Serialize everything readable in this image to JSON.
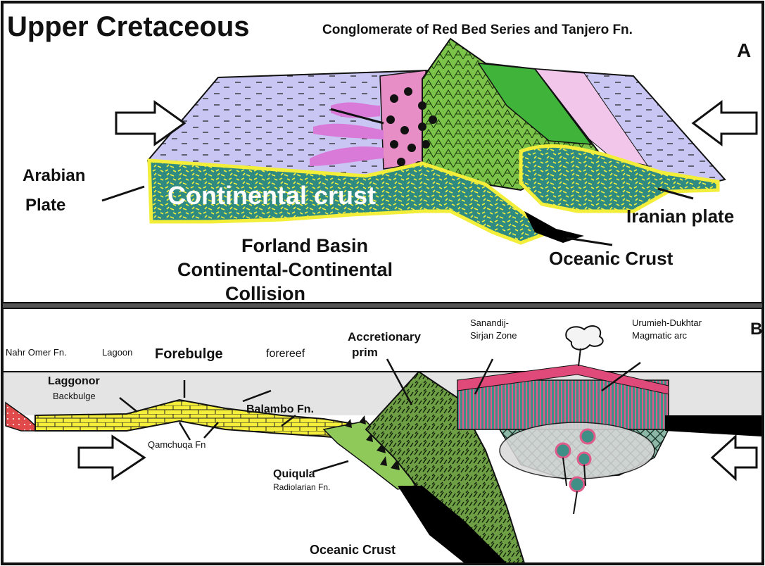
{
  "panel_a": {
    "title": "Upper Cretaceous",
    "top_label": "Conglomerate of  Red Bed Series and Tanjero Fn.",
    "letter": "A",
    "arabian_plate_line1": "Arabian",
    "arabian_plate_line2": "Plate",
    "continental_crust": "Continental crust",
    "iranian_plate": "Iranian plate",
    "oceanic_crust": "Oceanic Crust",
    "caption_line1": "Forland Basin",
    "caption_line2": "Continental-Continental",
    "caption_line3": "Collision"
  },
  "panel_b": {
    "letter": "B",
    "nahr_omer": "Nahr Omer Fn.",
    "lagoon": "Lagoon",
    "forebulge": "Forebulge",
    "forereef": "forereef",
    "accretionary_line1": "Accretionary",
    "accretionary_line2": "prim",
    "sanandij_line1": "Sanandij-",
    "sanandij_line2": "Sirjan Zone",
    "urumieh_line1": "Urumieh-Dukhtar",
    "urumieh_line2": "Magmatic arc",
    "laggonor": "Laggonor",
    "backbulge": "Backbulge",
    "balambo": "Balambo Fn.",
    "qamchuqa": "Qamchuqa Fn",
    "quiqula_line1": "Quiqula",
    "quiqula_line2": "Radiolarian Fn.",
    "oceanic_crust": "Oceanic Crust"
  },
  "colors": {
    "lavender": "#c9c6f4",
    "pink": "#e88ec6",
    "green": "#6fbf3a",
    "light_green": "#a8d878",
    "teal": "#2f8a82",
    "yellow": "#f2ee3a",
    "gray_light": "#e2e2e2",
    "black": "#000000"
  }
}
